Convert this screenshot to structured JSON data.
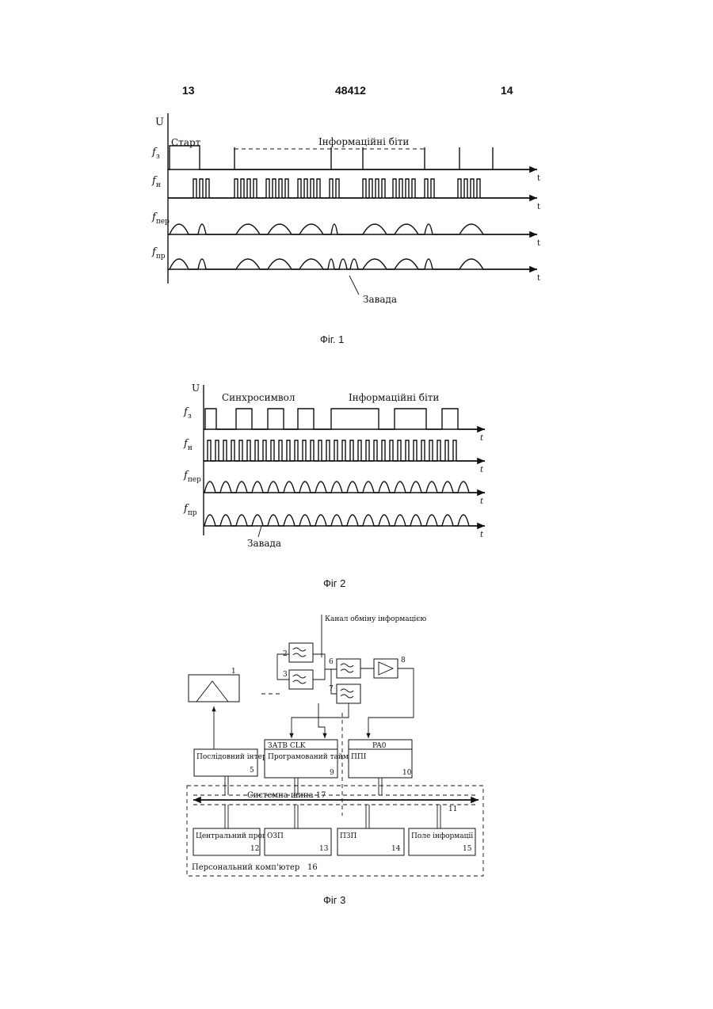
{
  "header": {
    "left_page": "13",
    "patent_number": "48412",
    "right_page": "14"
  },
  "fig1": {
    "caption": "Фіг. 1",
    "u_label": "U",
    "t_label": "t",
    "start_label": "Старт",
    "info_label": "Інформаційні біти",
    "noise_label": "Завада",
    "rows": [
      {
        "sym": "f",
        "sub": "з"
      },
      {
        "sym": "f",
        "sub": "н"
      },
      {
        "sym": "f",
        "sub": "пер"
      },
      {
        "sym": "f",
        "sub": "пр"
      }
    ]
  },
  "fig2": {
    "caption": "Фіг 2",
    "u_label": "U",
    "t_label": "t",
    "sync_label": "Синхросимвол",
    "info_label": "Інформаційні біти",
    "noise_label": "Завада",
    "rows": [
      {
        "sym": "f",
        "sub": "з"
      },
      {
        "sym": "f",
        "sub": "н"
      },
      {
        "sym": "f",
        "sub": "пер"
      },
      {
        "sym": "f",
        "sub": "пр"
      }
    ]
  },
  "fig3": {
    "caption": "Фіг 3",
    "channel_label": "Канал обміну інформацією",
    "num_1": "1",
    "num_2": "2",
    "num_3": "3",
    "num_6": "6",
    "num_7": "7",
    "num_8": "8",
    "serial_interface": "Послідовний інтерфейс",
    "serial_num": "5",
    "timer_pins": "ЗАТВ   CLK",
    "timer": "Програмований таймер",
    "timer_num": "9",
    "adc_pin": "PA0",
    "ppi": "ППІ",
    "ppi_num": "10",
    "bus": "Системна шина 17",
    "bus_num": "11",
    "cpu": "Центральний процесор",
    "cpu_num": "12",
    "ram": "ОЗП",
    "ram_num": "13",
    "rom": "ПЗП",
    "rom_num": "14",
    "display": "Поле інформації",
    "display_num": "15",
    "pc": "Персональний комп'ютер",
    "pc_num": "16"
  }
}
